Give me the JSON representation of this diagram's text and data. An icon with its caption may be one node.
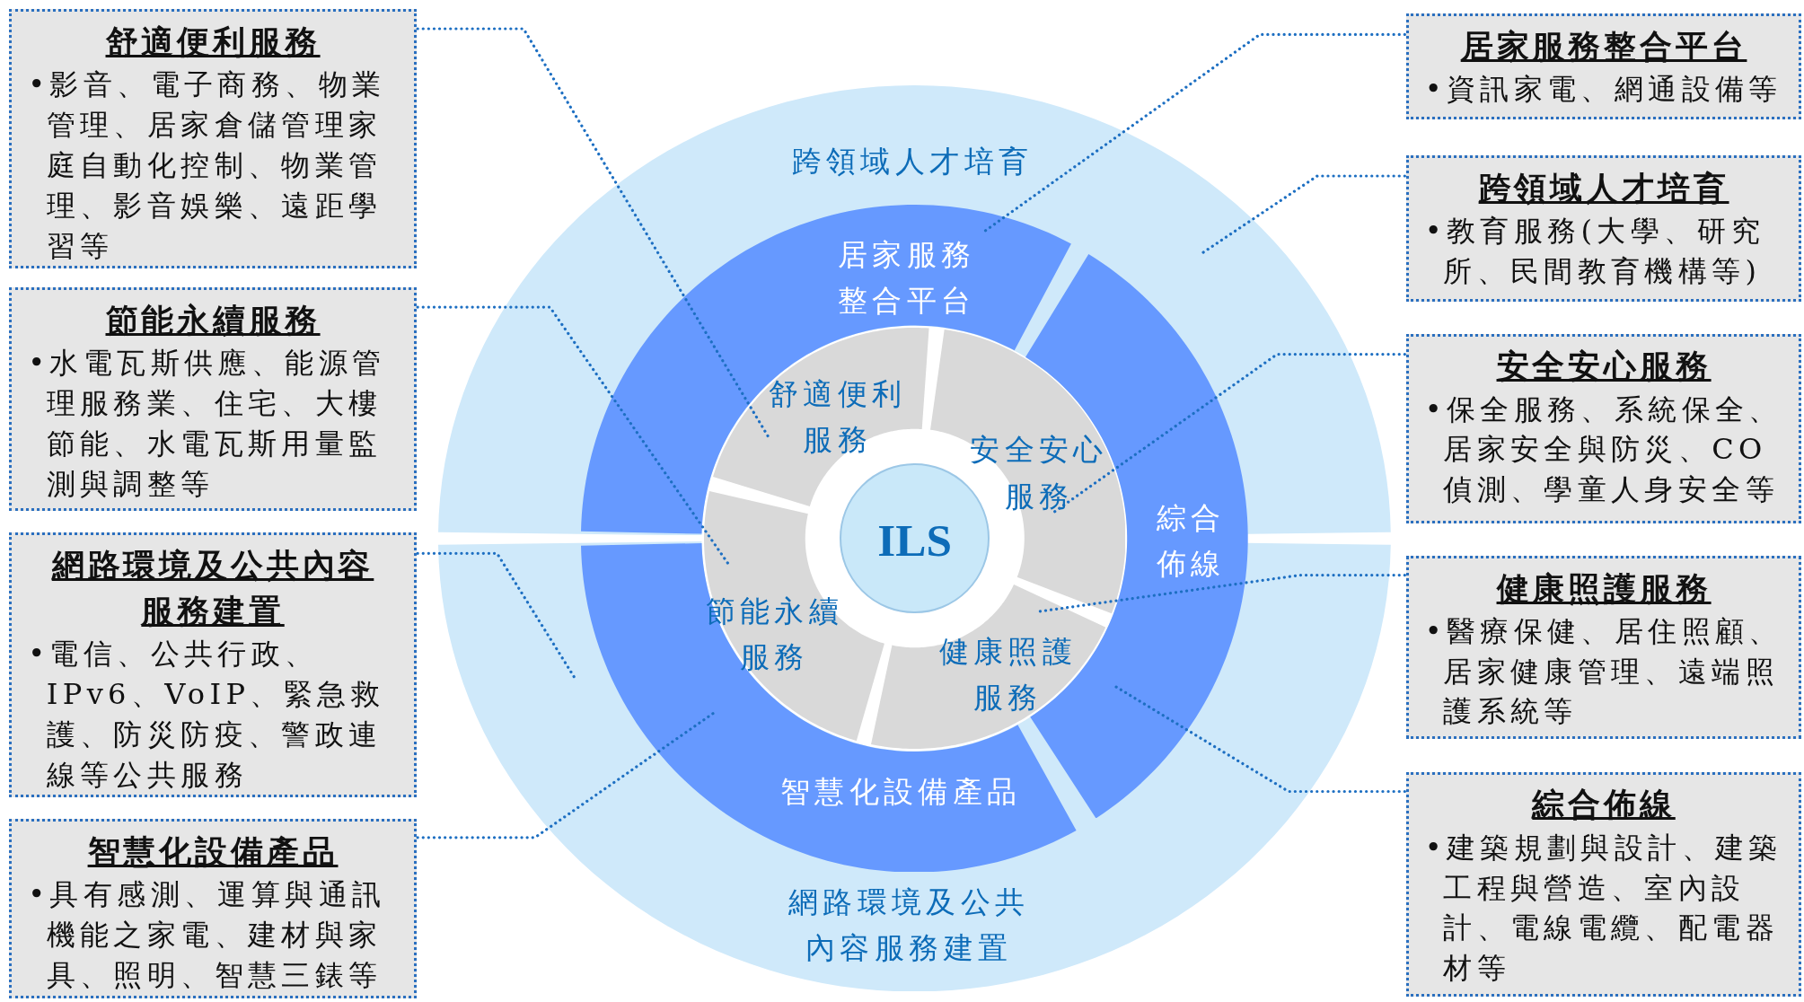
{
  "diagram": {
    "nodes": [
      {
        "text": [
          "舒適便利服務",
          "•影音、電子商務、物業管理、居家倉儲管理家庭自動化控制、物業管理、影音娛樂、遠距學習等"
        ]
      },
      {
        "text": [
          "節能永續服務",
          "•水電瓦斯供應、能源管理服務業、住宅、大樓節能、水電瓦斯用量監測與調整等"
        ]
      },
      {
        "text": [
          "網路環境及公共內容服務建置",
          "•電信、公共行政、IPv6、VoIP、緊急救護、防災防疫、警政連線等公共服務"
        ]
      },
      {
        "text": [
          "智慧化設備產品",
          "•具有感測、運算與通訊機能之家電、建材與家具、照明、智慧三錶等"
        ]
      },
      {
        "text": [
          "跨領域人才培育"
        ]
      },
      {
        "text": [
          "居家服務整合平台"
        ]
      },
      {
        "text": [
          "舒適便利服務"
        ]
      },
      {
        "text": [
          "安全安心服務"
        ]
      },
      {
        "text": [
          "ILS"
        ]
      },
      {
        "text": [
          "綜合佈線"
        ]
      },
      {
        "text": [
          "節能永續服務"
        ]
      },
      {
        "text": [
          "健康照護服務"
        ]
      },
      {
        "text": [
          "智慧化設備產品"
        ]
      },
      {
        "text": [
          "網路環境及公共內容服務建置"
        ]
      },
      {
        "text": [
          "居家服務整合平台",
          "•資訊家電、網通設備等"
        ]
      },
      {
        "text": [
          "跨領域人才培育",
          "•教育服務(大學、研究所、民間教育機構等)"
        ]
      },
      {
        "text": [
          "安全安心服務",
          "•保全服務、系統保全、居家安全與防災、CO偵測、學童人身安全等"
        ]
      },
      {
        "text": [
          "健康照護服務",
          "•醫療保健、居住照顧、居家健康管理、遠端照護系統等"
        ]
      },
      {
        "text": [
          "綜合佈線",
          "•建築規劃與設計、建築工程與營造、室內設計、電線電纜、配電器材等"
        ]
      }
    ],
    "edges": [
      {
        "from": 0,
        "to": 6,
        "arrow": "none"
      },
      {
        "from": 1,
        "to": 10,
        "arrow": "none"
      },
      {
        "from": 2,
        "to": 13,
        "arrow": "none"
      },
      {
        "from": 3,
        "to": 12,
        "arrow": "none"
      },
      {
        "from": 14,
        "to": 5,
        "arrow": "none"
      },
      {
        "from": 15,
        "to": 4,
        "arrow": "none"
      },
      {
        "from": 16,
        "to": 7,
        "arrow": "none"
      },
      {
        "from": 17,
        "to": 11,
        "arrow": "none"
      },
      {
        "from": 18,
        "to": 9,
        "arrow": "none"
      }
    ]
  }
}
